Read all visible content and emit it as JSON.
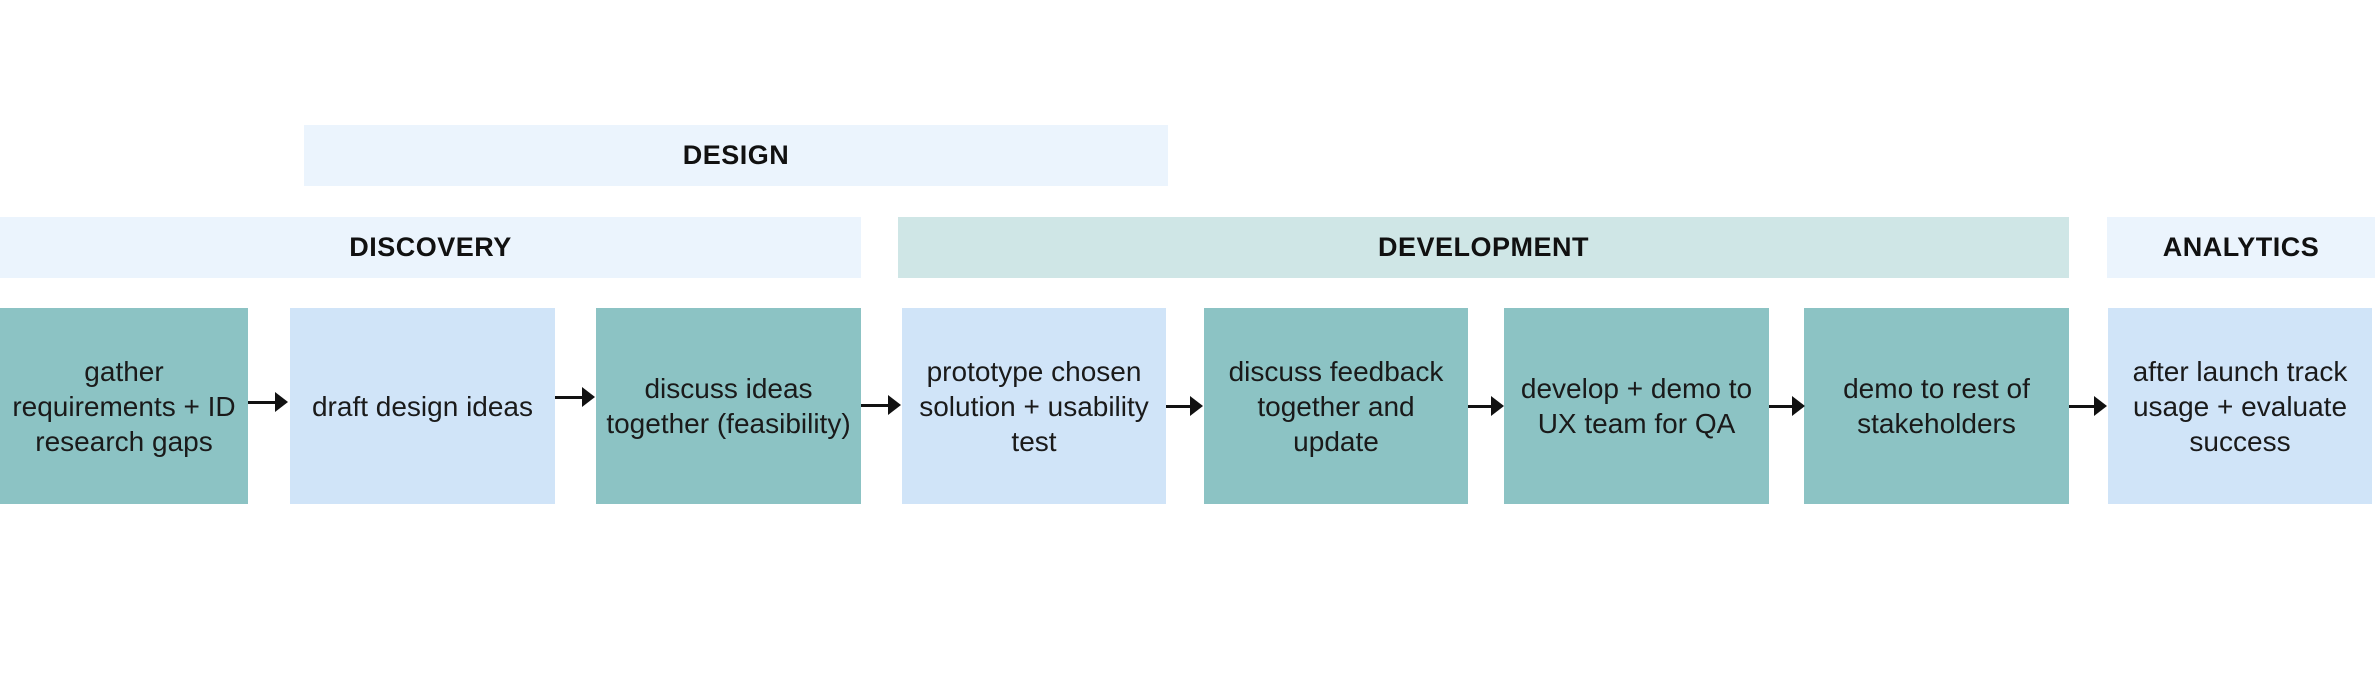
{
  "phases": {
    "design": "DESIGN",
    "discovery": "DISCOVERY",
    "development": "DEVELOPMENT",
    "analytics": "ANALYTICS"
  },
  "steps": [
    "gather requirements + ID research gaps",
    "draft design ideas",
    "discuss ideas together (feasibility)",
    "prototype chosen solution + usability test",
    "discuss feedback together and update",
    "develop + demo to UX team for QA",
    "demo to rest of stakeholders",
    "after launch track usage + evaluate success"
  ],
  "colors": {
    "phase_light": "#ebf4fd",
    "phase_teal": "#cfe6e6",
    "step_teal": "#8cc3c4",
    "step_blue": "#d0e4f8"
  }
}
